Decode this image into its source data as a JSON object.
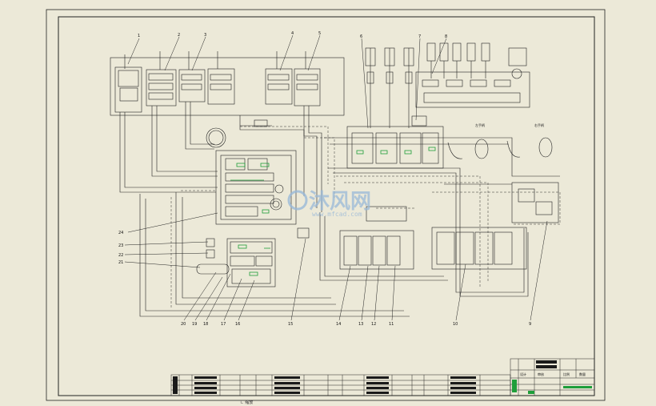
{
  "watermark": {
    "main": "沐风网",
    "sub": "www.mfcad.com"
  },
  "callouts": {
    "top": [
      "1",
      "2",
      "3",
      "4",
      "5",
      "6",
      "7",
      "8"
    ],
    "left": [
      "24",
      "23",
      "22",
      "21"
    ],
    "bottom": [
      "20",
      "19",
      "18",
      "17",
      "16",
      "15",
      "14",
      "13",
      "12",
      "11",
      "10",
      "9"
    ]
  },
  "panel_labels": {
    "left_handle": "左手柄",
    "right_handle": "右手柄"
  },
  "title_block": {
    "cells": [
      "设计",
      "审核",
      "比例",
      "数量"
    ]
  },
  "status": {
    "text": "ㄴ 缩放"
  },
  "colors": {
    "line": "#1a1a1a",
    "green": "#1e9e3a",
    "paper": "#ece9d8",
    "watermark": "#9ab9d8"
  }
}
